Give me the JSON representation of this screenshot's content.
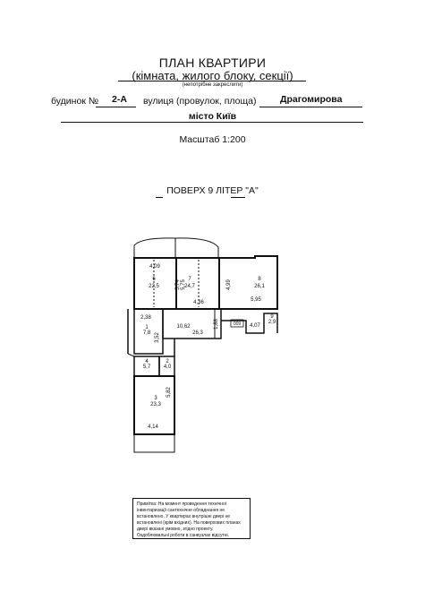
{
  "header": {
    "title": "ПЛАН КВАРТИРИ",
    "subtitle": "(кімната, жилого блоку, секції)",
    "subtitle_note": "(непотрібне закреслити)"
  },
  "address": {
    "building_label": "будинок №",
    "building_number": "2-А",
    "street_label": "вулиця (провулок, площа)",
    "street_name": "Драгомирова",
    "city": "місто Київ"
  },
  "scale": "Масштаб 1:200",
  "floor": "ПОВЕРХ 9 ЛІТЕР \"А\"",
  "plan": {
    "dimensions": [
      "4,09",
      "5,74",
      "5,75",
      "4,36",
      "4,99",
      "5,95",
      "2,38",
      "3,52",
      "1,88",
      "10,62",
      "4,07",
      "5,82",
      "4,14"
    ],
    "rooms": [
      {
        "number": "6",
        "area": "22,5"
      },
      {
        "number": "7",
        "area": "24,7"
      },
      {
        "number": "8",
        "area": "26,1"
      },
      {
        "number": "1",
        "area": "7,8"
      },
      {
        "number": "",
        "area": "26,3"
      },
      {
        "number": "9",
        "area": "2,9"
      },
      {
        "number": "4",
        "area": "5,7"
      },
      {
        "number": "2",
        "area": "4,0"
      },
      {
        "number": "3",
        "area": "23,3"
      }
    ],
    "marker": "009"
  },
  "note": "Примітка: На момент проведення технічної інвентаризації сантехнічне обладнання не встановлено. У квартирах внутрішні двері не встановлені (крім вхідних). На поверхових планах двері вказані умовно, згідно проекту. Оздоблювальні роботи в санвузлах відсутні."
}
